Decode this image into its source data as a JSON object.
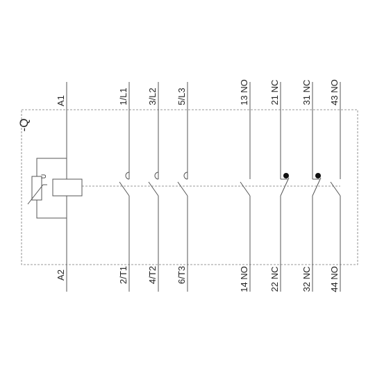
{
  "device_label": "-Q",
  "coil": {
    "top_terminal": "A1",
    "bottom_terminal": "A2",
    "varistor_symbol": "U"
  },
  "main_contacts": [
    {
      "top": "1/L1",
      "bottom": "2/T1"
    },
    {
      "top": "3/L2",
      "bottom": "4/T2"
    },
    {
      "top": "5/L3",
      "bottom": "6/T3"
    }
  ],
  "aux_contacts": [
    {
      "top": "13 NO",
      "bottom": "14 NO",
      "type": "NO"
    },
    {
      "top": "21 NC",
      "bottom": "22 NC",
      "type": "NC"
    },
    {
      "top": "31 NC",
      "bottom": "32 NC",
      "type": "NC"
    },
    {
      "top": "43 NO",
      "bottom": "44 NO",
      "type": "NO"
    }
  ]
}
